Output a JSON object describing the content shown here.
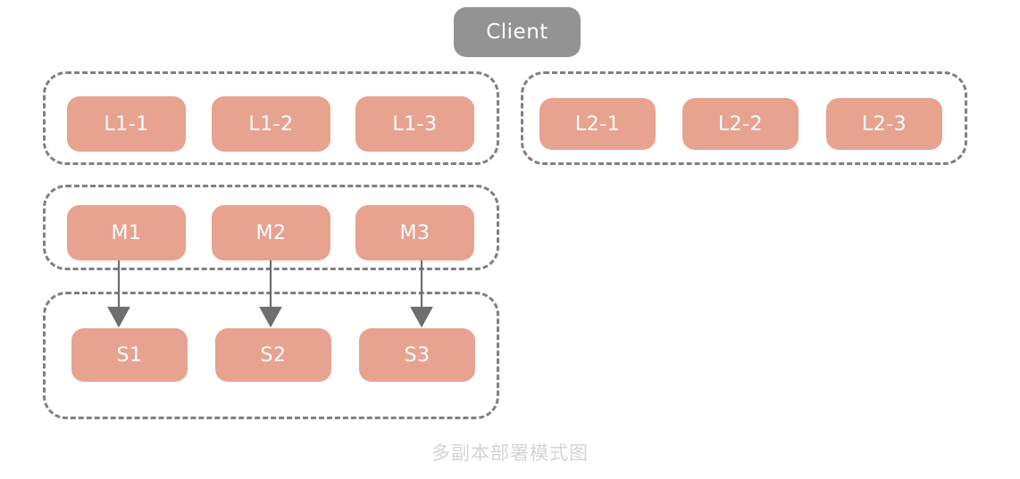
{
  "diagram": {
    "caption": "多副本部署模式图",
    "background": "#ffffff",
    "colors": {
      "node_fill": "#E8A290",
      "client_fill": "#939393",
      "group_border": "#808080",
      "arrow": "#6e6e6e",
      "node_text": "#ffffff",
      "caption_text": "#d4d4d4"
    },
    "client": {
      "label": "Client"
    },
    "groups": [
      {
        "id": "l1",
        "nodes": [
          {
            "label": "L1-1"
          },
          {
            "label": "L1-2"
          },
          {
            "label": "L1-3"
          }
        ]
      },
      {
        "id": "l2",
        "nodes": [
          {
            "label": "L2-1"
          },
          {
            "label": "L2-2"
          },
          {
            "label": "L2-3"
          }
        ]
      },
      {
        "id": "m",
        "nodes": [
          {
            "label": "M1"
          },
          {
            "label": "M2"
          },
          {
            "label": "M3"
          }
        ]
      },
      {
        "id": "s",
        "nodes": [
          {
            "label": "S1"
          },
          {
            "label": "S2"
          },
          {
            "label": "S3"
          }
        ]
      }
    ],
    "arrows": [
      {
        "from": "M1",
        "to": "S1"
      },
      {
        "from": "M2",
        "to": "S2"
      },
      {
        "from": "M3",
        "to": "S3"
      }
    ]
  }
}
